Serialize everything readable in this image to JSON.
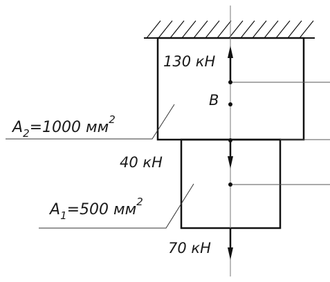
{
  "diagram": {
    "forces": {
      "top": "130 кН",
      "middle": "40 кН",
      "bottom": "70 кН"
    },
    "point_label": "B",
    "areas": {
      "upper": {
        "symbol": "A",
        "subscript": "2",
        "value": "=1000 мм",
        "superscript": "2"
      },
      "lower": {
        "symbol": "A",
        "subscript": "1",
        "value": "=500 мм",
        "superscript": "2"
      }
    }
  },
  "colors": {
    "ink": "#111111",
    "background": "#ffffff"
  }
}
